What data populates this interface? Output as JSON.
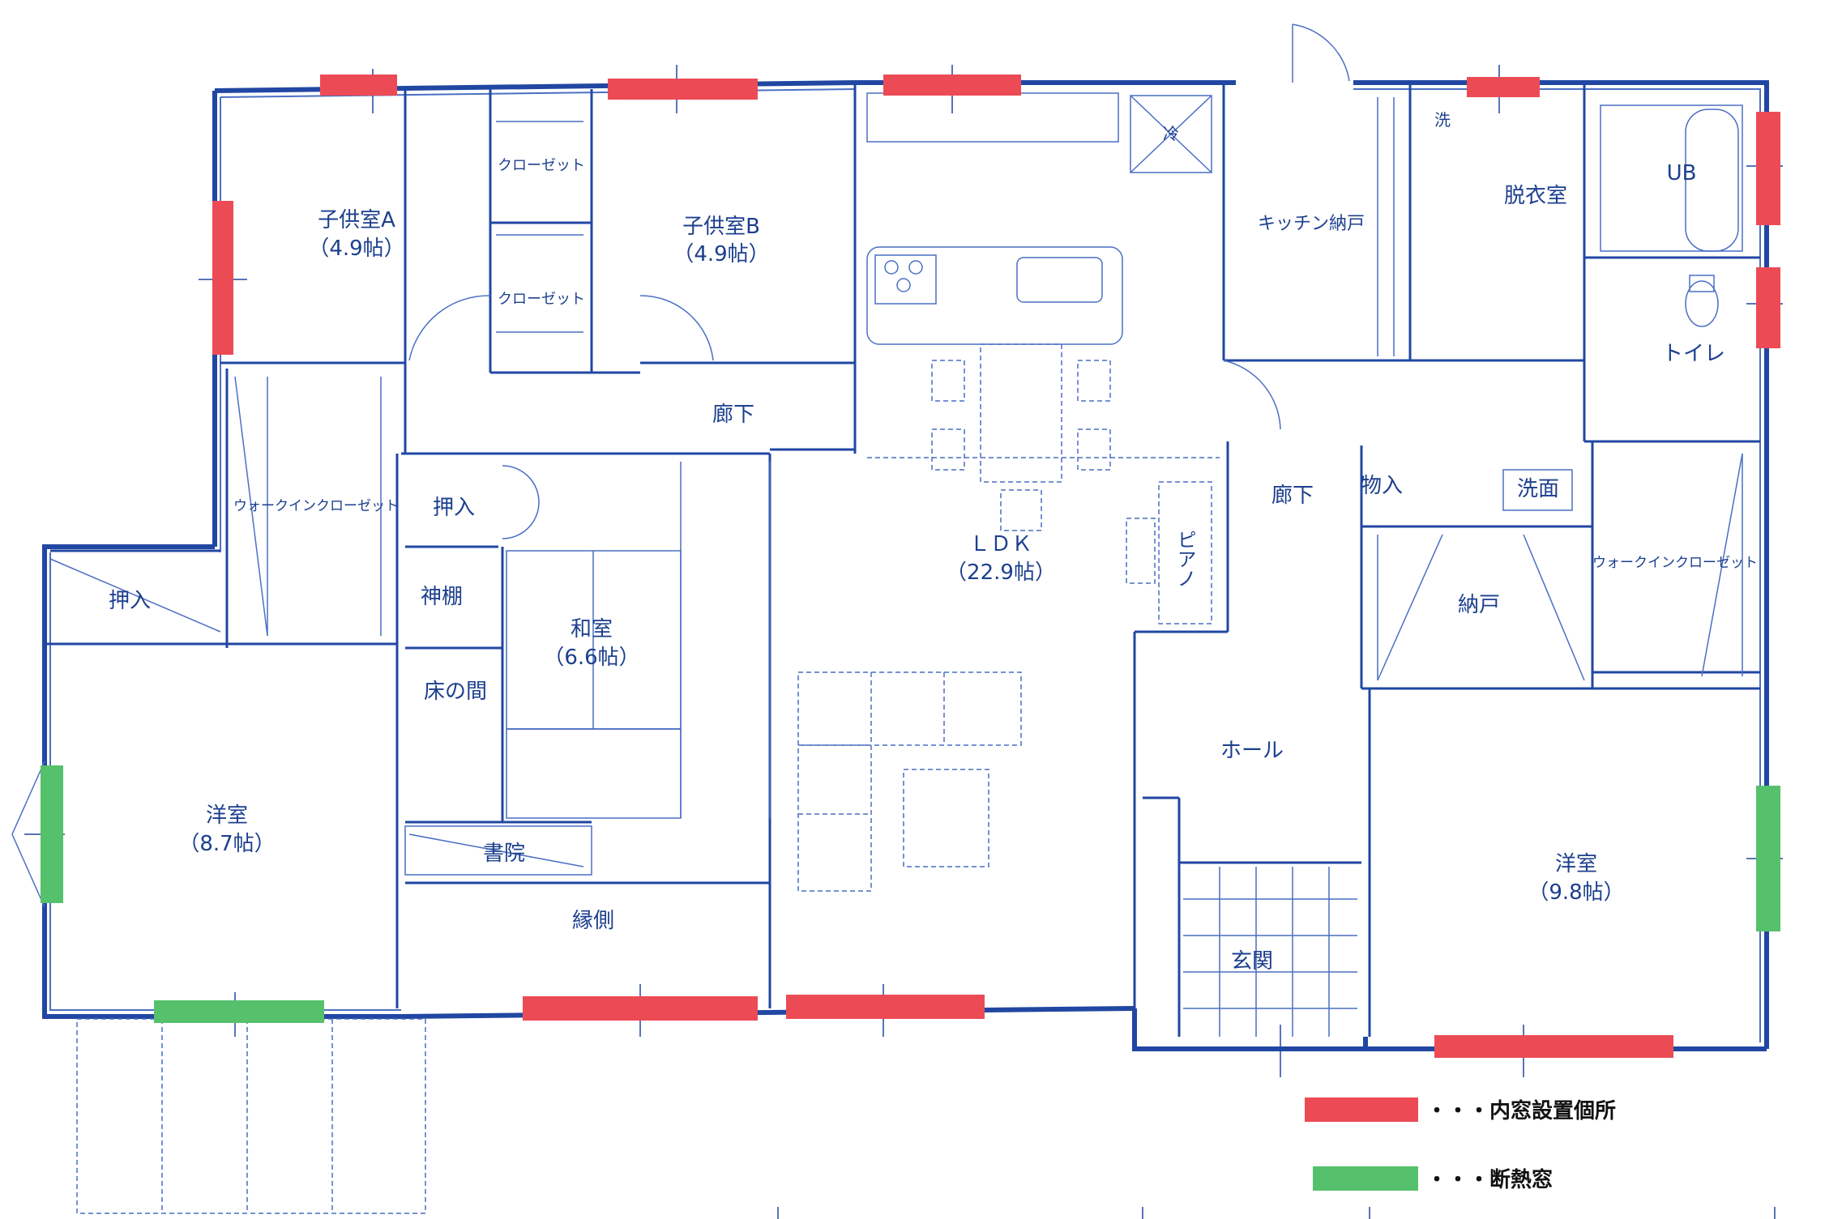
{
  "colors": {
    "wall": "#2147a3",
    "line": "#4a6fc4",
    "inner_window": "#ec4b55",
    "insulated_window": "#56c16c",
    "label": "#1c3f8e",
    "legend_text": "#111111"
  },
  "rooms": {
    "kids_a": {
      "name": "子供室A",
      "size": "（4.9帖）"
    },
    "kids_b": {
      "name": "子供室B",
      "size": "（4.9帖）"
    },
    "closet_1": "クローゼット",
    "closet_2": "クローゼット",
    "kitchen_pantry": "キッチン納戸",
    "dressing": "脱衣室",
    "wash_mark": "洗",
    "fridge_mark": "冷",
    "ub": "UB",
    "toilet": "トイレ",
    "hallway_1": "廊下",
    "wic_1": "ウォークインクローゼット",
    "oshiire_1": "押入",
    "ldk": {
      "name": "ＬＤＫ",
      "size": "（22.9帖）"
    },
    "piano": "ピアノ",
    "hallway_2": "廊下",
    "mono_ire": "物入",
    "washbasin": "洗面",
    "oshiire_2": "押入",
    "kamidana": "神棚",
    "washitsu": {
      "name": "和室",
      "size": "（6.6帖）"
    },
    "nando": "納戸",
    "wic_2": "ウォークインクローゼット",
    "tokonoma": "床の間",
    "hall": "ホール",
    "western_left": {
      "name": "洋室",
      "size": "（8.7帖）"
    },
    "shoin": "書院",
    "engawa": "縁側",
    "western_right": {
      "name": "洋室",
      "size": "（9.8帖）"
    },
    "genkan": "玄関"
  },
  "legend": {
    "inner_window_label": "・・・内窓設置個所",
    "insulated_window_label": "・・・断熱窓"
  }
}
